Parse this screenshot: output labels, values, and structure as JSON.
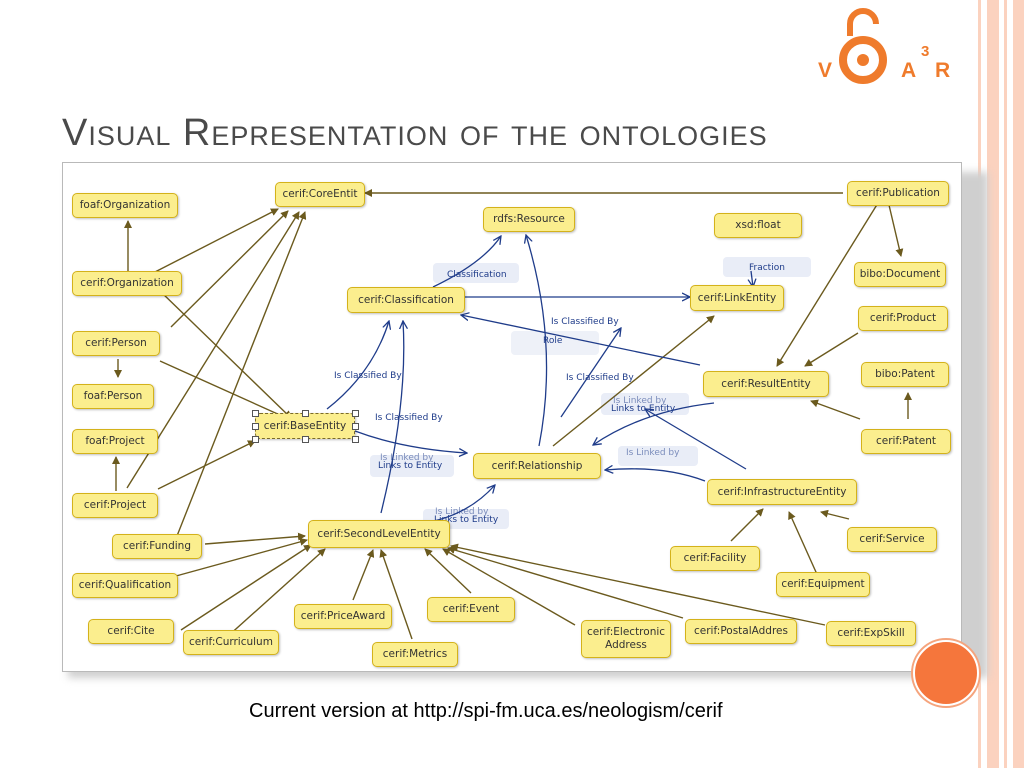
{
  "slide": {
    "title": "Visual Representation of the ontologies",
    "caption": "Current version at http://spi-fm.uca.es/neologism/cerif",
    "logo": {
      "letters": [
        "V",
        "A",
        "R"
      ],
      "superscript": "3",
      "icon": "open-access-lock-icon",
      "color": "#ef7b2c"
    },
    "accent_color": "#f5763c",
    "stripe_color": "#fbd2bf"
  },
  "diagram": {
    "nodes": [
      {
        "id": "coreentit",
        "label": "cerif:CoreEntit"
      },
      {
        "id": "foaf_org",
        "label": "foaf:Organization"
      },
      {
        "id": "cerif_org",
        "label": "cerif:Organization"
      },
      {
        "id": "cerif_person",
        "label": "cerif:Person"
      },
      {
        "id": "foaf_person",
        "label": "foaf:Person"
      },
      {
        "id": "foaf_project",
        "label": "foaf:Project"
      },
      {
        "id": "cerif_project",
        "label": "cerif:Project"
      },
      {
        "id": "funding",
        "label": "cerif:Funding"
      },
      {
        "id": "qualification",
        "label": "cerif:Qualification"
      },
      {
        "id": "cite",
        "label": "cerif:Cite"
      },
      {
        "id": "curriculum",
        "label": "cerif:Curriculum"
      },
      {
        "id": "priceaward",
        "label": "cerif:PriceAward"
      },
      {
        "id": "metrics",
        "label": "cerif:Metrics"
      },
      {
        "id": "event",
        "label": "cerif:Event"
      },
      {
        "id": "electronic",
        "label": "cerif:Electronic\nAddress"
      },
      {
        "id": "postal",
        "label": "cerif:PostalAddres"
      },
      {
        "id": "expskill",
        "label": "cerif:ExpSkill"
      },
      {
        "id": "secondlevel",
        "label": "cerif:SecondLevelEntity"
      },
      {
        "id": "baseentity",
        "label": "cerif:BaseEntity"
      },
      {
        "id": "classification",
        "label": "cerif:Classification"
      },
      {
        "id": "rdfs_resource",
        "label": "rdfs:Resource"
      },
      {
        "id": "relationship",
        "label": "cerif:Relationship"
      },
      {
        "id": "linkentity",
        "label": "cerif:LinkEntity"
      },
      {
        "id": "xsdfloat",
        "label": "xsd:float"
      },
      {
        "id": "publication",
        "label": "cerif:Publication"
      },
      {
        "id": "bibo_document",
        "label": "bibo:Document"
      },
      {
        "id": "product",
        "label": "cerif:Product"
      },
      {
        "id": "bibo_patent",
        "label": "bibo:Patent"
      },
      {
        "id": "resultentity",
        "label": "cerif:ResultEntity"
      },
      {
        "id": "cerif_patent",
        "label": "cerif:Patent"
      },
      {
        "id": "infrastructure",
        "label": "cerif:InfrastructureEntity"
      },
      {
        "id": "service",
        "label": "cerif:Service"
      },
      {
        "id": "facility",
        "label": "cerif:Facility"
      },
      {
        "id": "equipment",
        "label": "cerif:Equipment"
      }
    ],
    "edge_labels": [
      {
        "id": "classification",
        "text": "Classification"
      },
      {
        "id": "fraction",
        "text": "Fraction"
      },
      {
        "id": "is_classified_by_1",
        "text": "Is Classified By"
      },
      {
        "id": "role",
        "text": "Role"
      },
      {
        "id": "is_classified_by_2",
        "text": "Is Classified By"
      },
      {
        "id": "is_classified_by_3",
        "text": "Is Classified By"
      },
      {
        "id": "is_classified_by_4",
        "text": "Is Classified By"
      },
      {
        "id": "is_linked_by_1",
        "text": "Is Linked by"
      },
      {
        "id": "links_to_entity_1",
        "text": "Links to Entity"
      },
      {
        "id": "is_linked_by_2",
        "text": "Is Linked by"
      },
      {
        "id": "links_to_entity_2",
        "text": "Links to Entity"
      },
      {
        "id": "is_linked_by_3",
        "text": "Is Linked by"
      },
      {
        "id": "links_to_entity_3",
        "text": "Links to Entity"
      },
      {
        "id": "is_linked_by_4",
        "text": "Is Linked by"
      }
    ],
    "colors": {
      "subclass_edge": "#6b5a1e",
      "property_edge": "#1f3c8a",
      "node_fill": "#fbee8e",
      "node_border": "#d4b21a"
    }
  }
}
